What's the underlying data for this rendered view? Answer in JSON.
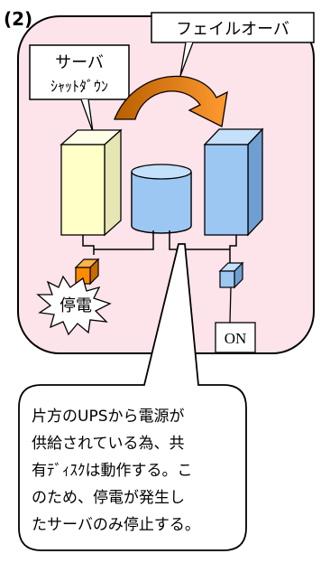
{
  "step_label": "(2)",
  "failover_label": "フェイルオーバ",
  "server_label_line1": "サーバ",
  "server_label_line2": "ｼｬｯﾄﾀﾞｳﾝ",
  "power_outage_label": "停電",
  "on_label": "ON",
  "explanation_lines": [
    "片方のUPSから電源が",
    "供給されている為、共",
    "有ﾃﾞｨｽｸは動作する。こ",
    "のため、停電が発生し",
    "たサーバのみ停止する。"
  ],
  "colors": {
    "panel_fill": "#fde3ea",
    "server_left": "#ffffc8",
    "server_right": "#9cc7f2",
    "disk": "#9cc7f2",
    "ups_left": "#ff8c00",
    "ups_right": "#9cc7f2",
    "arrow": "#f08c1e"
  }
}
